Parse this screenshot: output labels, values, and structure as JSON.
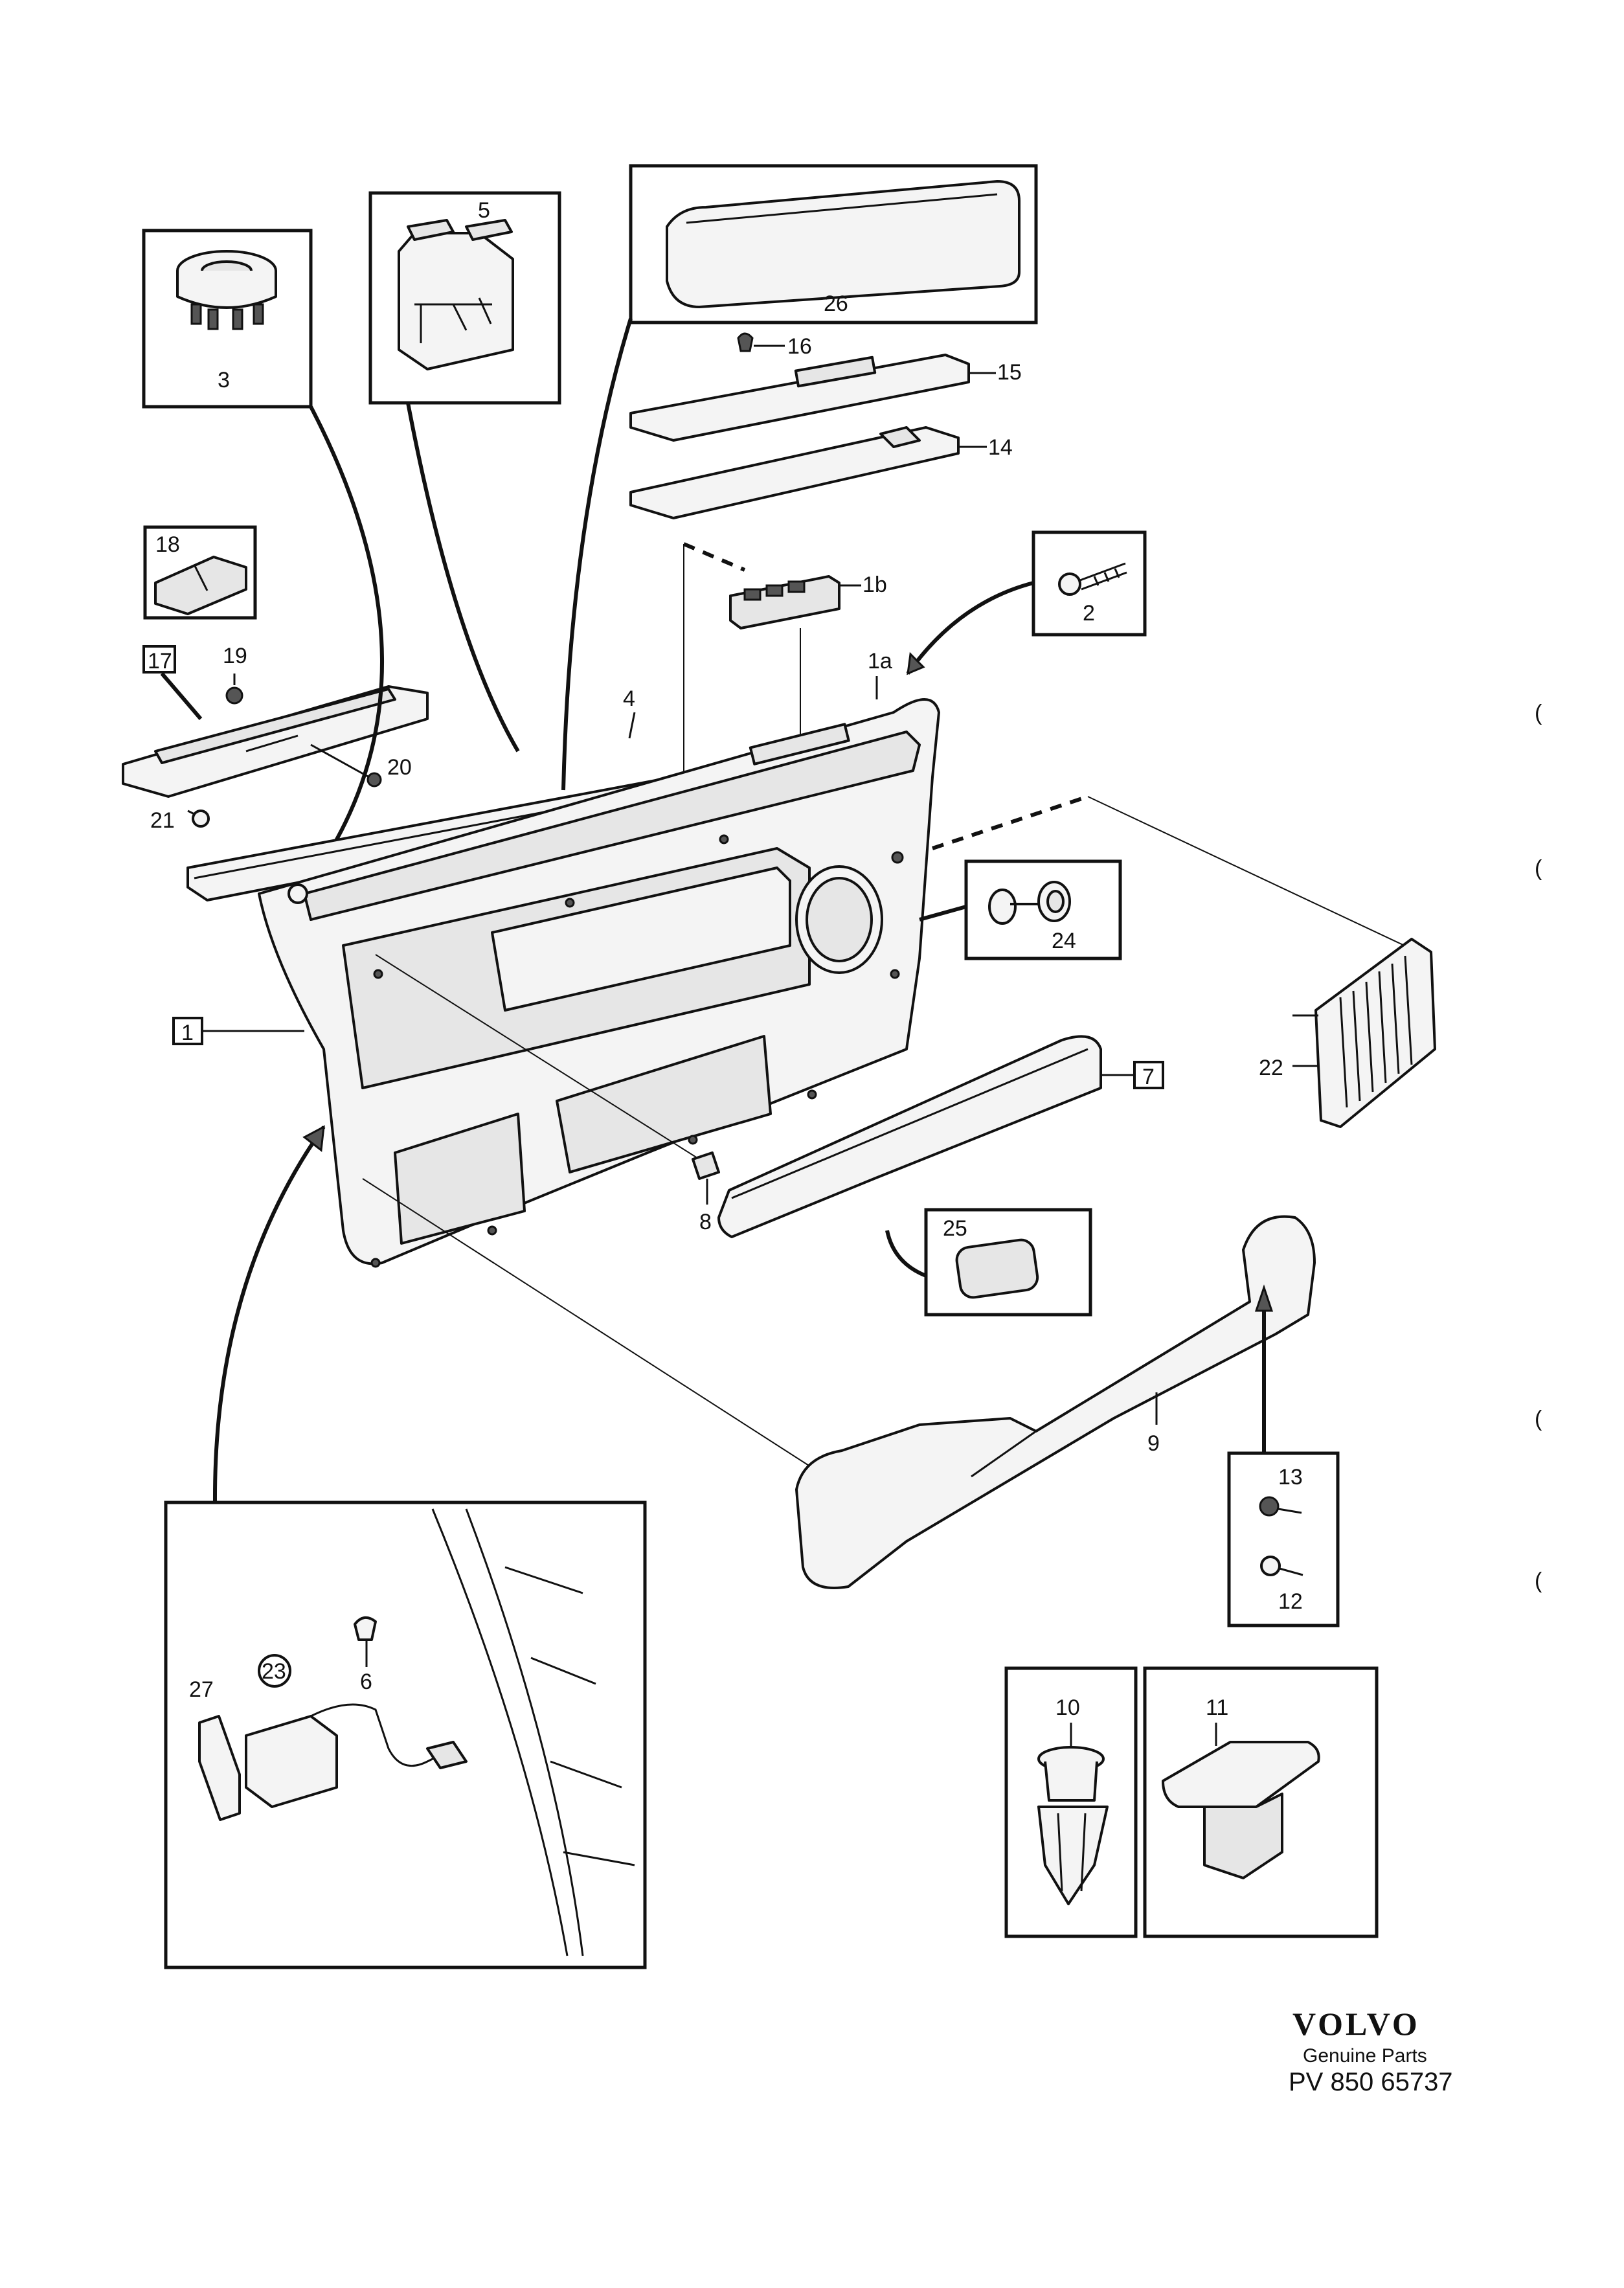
{
  "labels": {
    "p1": "1",
    "p1a": "1a",
    "p1b": "1b",
    "p2": "2",
    "p3": "3",
    "p4": "4",
    "p5": "5",
    "p6": "6",
    "p7": "7",
    "p8": "8",
    "p9": "9",
    "p10": "10",
    "p11": "11",
    "p12": "12",
    "p13": "13",
    "p14": "14",
    "p15": "15",
    "p16": "16",
    "p17": "17",
    "p18": "18",
    "p19": "19",
    "p20": "20",
    "p21": "21",
    "p22": "22",
    "p23": "23",
    "p24": "24",
    "p25": "25",
    "p26": "26",
    "p27": "27"
  },
  "brand": {
    "logo": "VOLVO",
    "tagline": "Genuine Parts",
    "code": "PV 850 65737"
  },
  "margin_marks": [
    "(",
    "(",
    "(",
    "("
  ]
}
